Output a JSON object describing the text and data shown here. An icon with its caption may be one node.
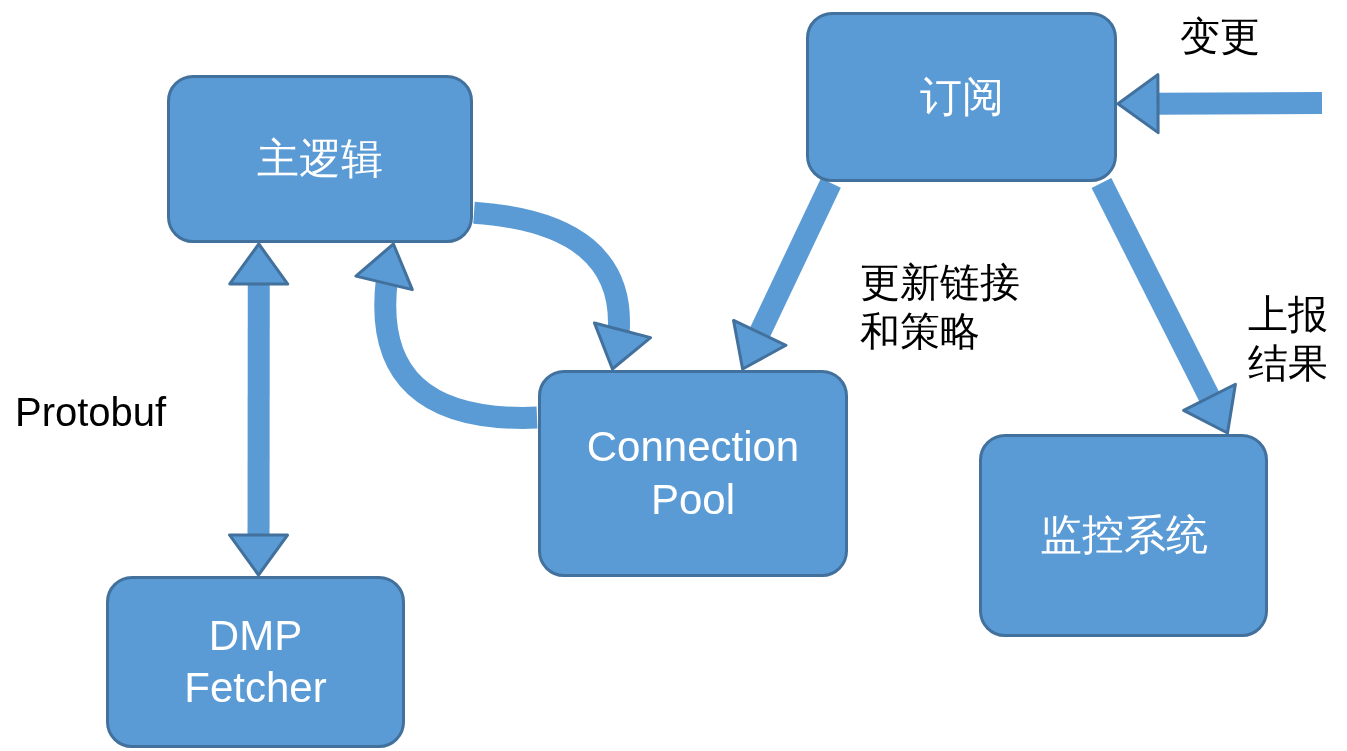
{
  "diagram": {
    "nodes": [
      {
        "text": [
          "主逻辑"
        ]
      },
      {
        "text": [
          "订阅"
        ]
      },
      {
        "text": [
          "Connection Pool"
        ]
      },
      {
        "text": [
          "监控系统"
        ]
      },
      {
        "text": [
          "DMP Fetcher"
        ]
      }
    ],
    "edges": [
      {
        "from": 0,
        "to": 4,
        "arrow": "both",
        "label": "Protobuf"
      },
      {
        "from": 0,
        "to": 2,
        "arrow": "to"
      },
      {
        "from": 2,
        "to": 0,
        "arrow": "to"
      },
      {
        "from": 1,
        "to": 2,
        "arrow": "to",
        "label": "更新链接和策略"
      },
      {
        "from": 1,
        "to": 3,
        "arrow": "to",
        "label": "上报结果"
      },
      {
        "from": null,
        "to": 1,
        "arrow": "to",
        "label": "变更"
      }
    ]
  }
}
